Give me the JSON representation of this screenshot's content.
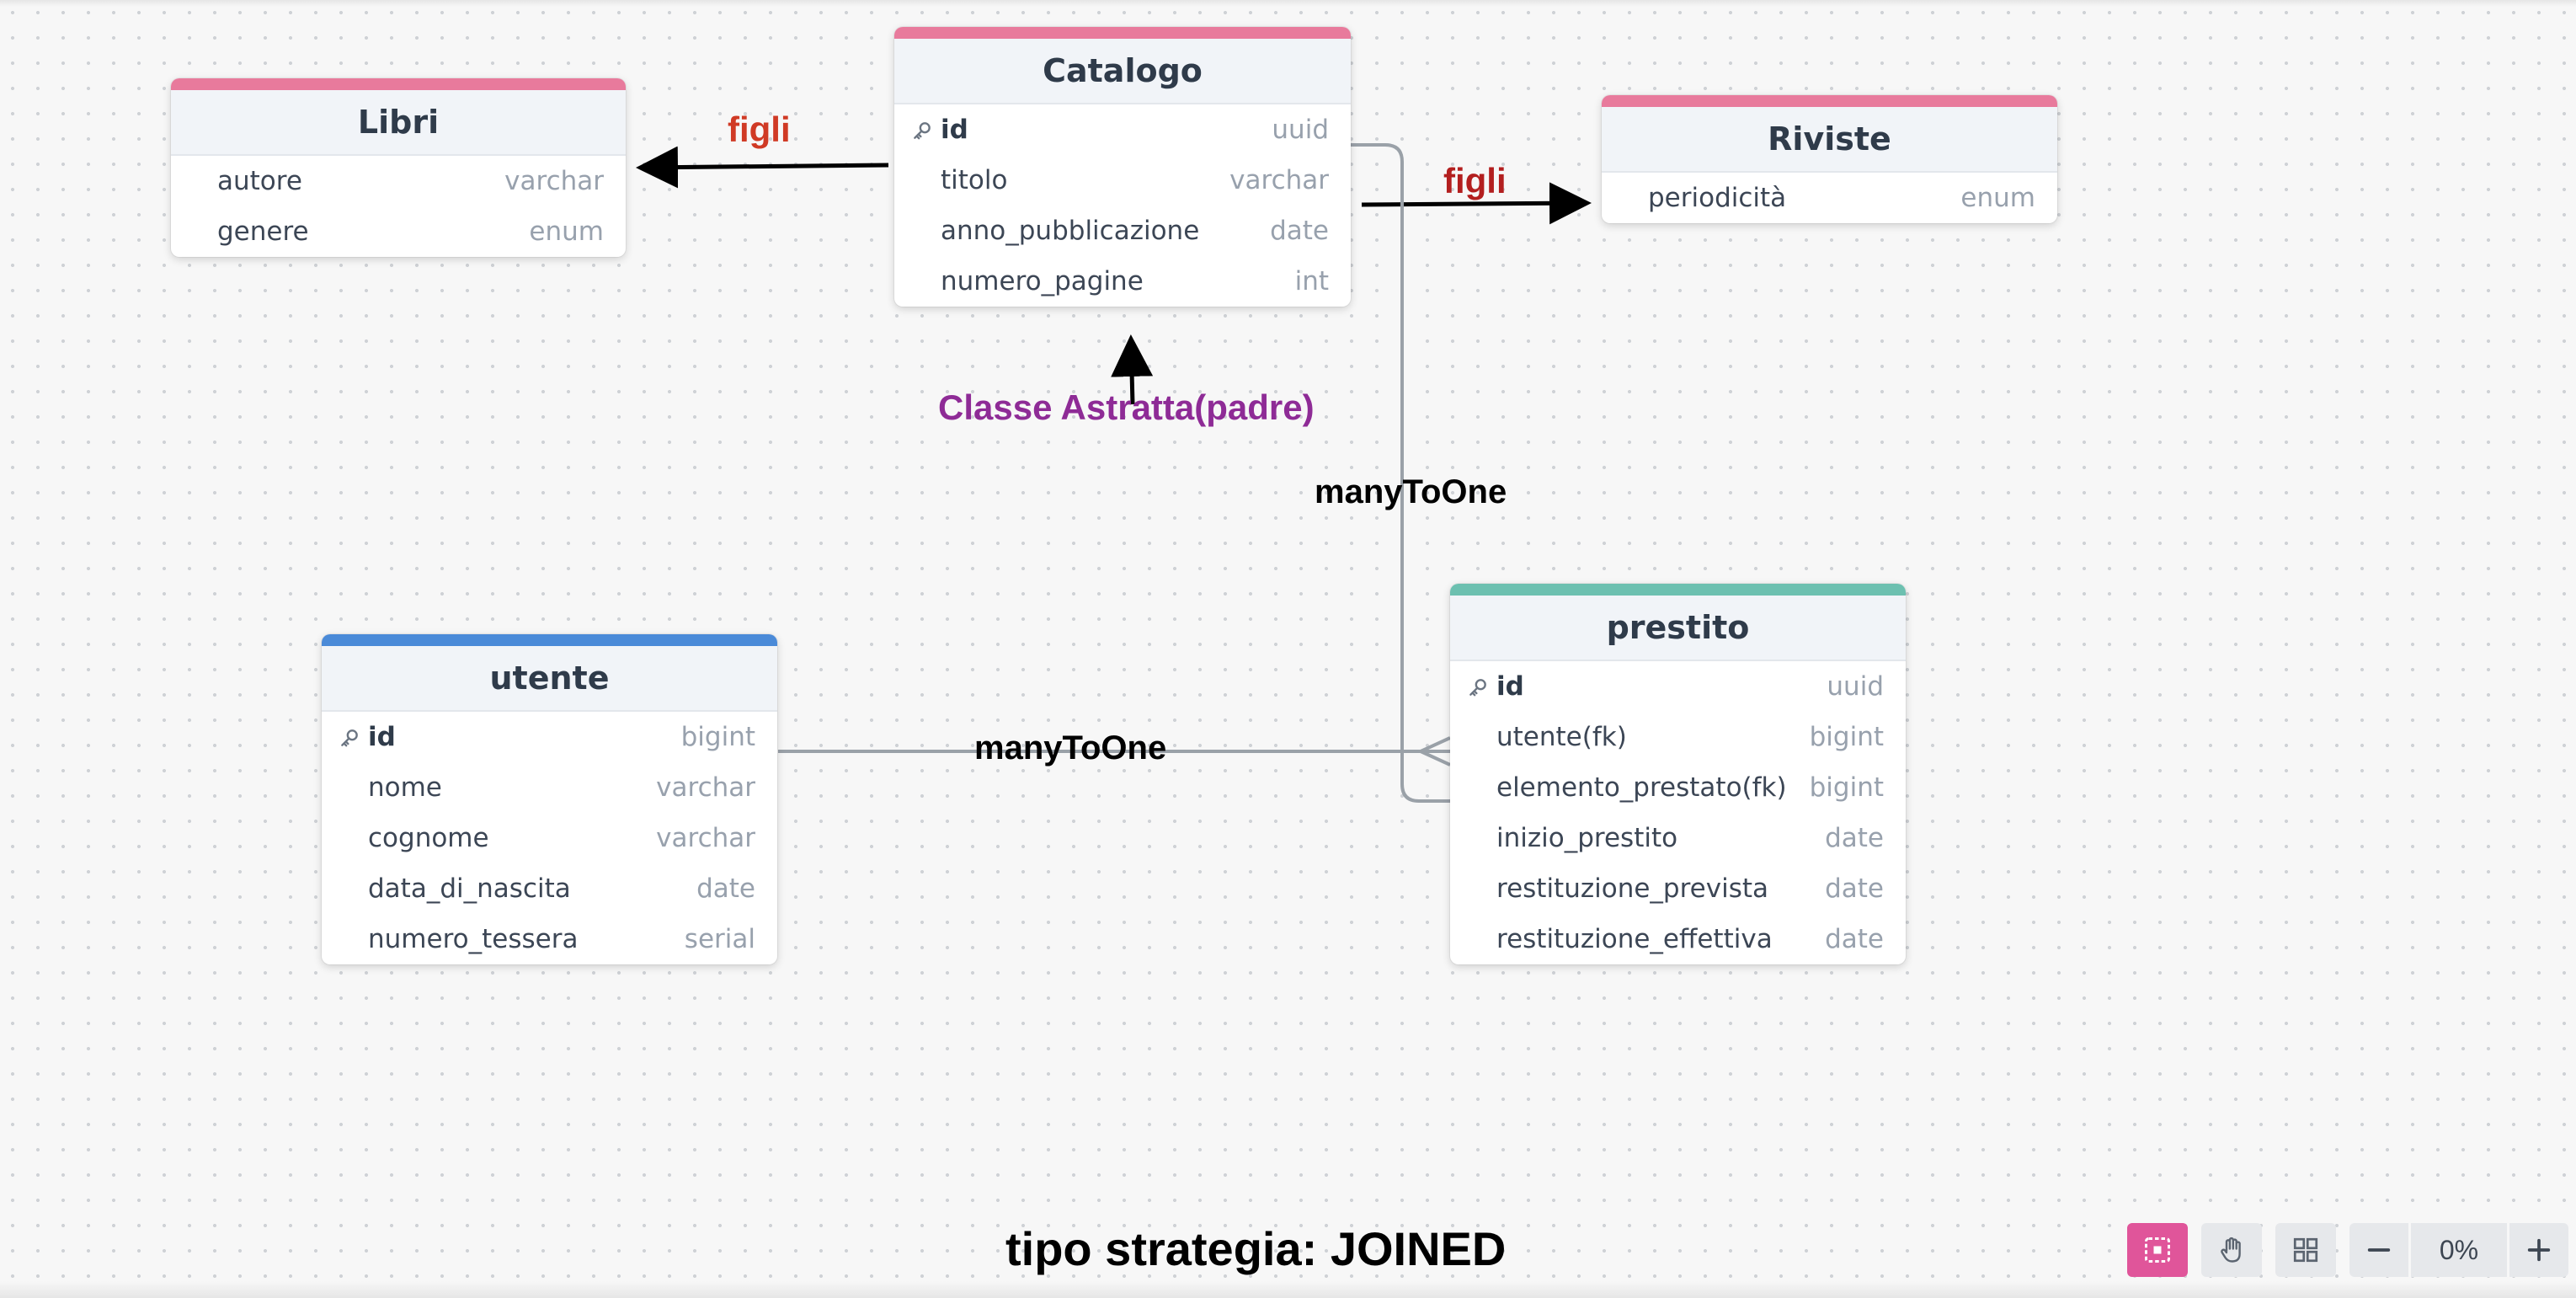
{
  "tables": {
    "libri": {
      "title": "Libri",
      "accent": "#e87a9c",
      "fields": [
        {
          "name": "autore",
          "type": "varchar"
        },
        {
          "name": "genere",
          "type": "enum"
        }
      ]
    },
    "catalogo": {
      "title": "Catalogo",
      "accent": "#e87a9c",
      "fields": [
        {
          "name": "id",
          "type": "uuid",
          "pk": true
        },
        {
          "name": "titolo",
          "type": "varchar"
        },
        {
          "name": "anno_pubblicazione",
          "type": "date"
        },
        {
          "name": "numero_pagine",
          "type": "int"
        }
      ]
    },
    "riviste": {
      "title": "Riviste",
      "accent": "#e87a9c",
      "fields": [
        {
          "name": "periodicità",
          "type": "enum"
        }
      ]
    },
    "utente": {
      "title": "utente",
      "accent": "#4a8ad8",
      "fields": [
        {
          "name": "id",
          "type": "bigint",
          "pk": true
        },
        {
          "name": "nome",
          "type": "varchar"
        },
        {
          "name": "cognome",
          "type": "varchar"
        },
        {
          "name": "data_di_nascita",
          "type": "date"
        },
        {
          "name": "numero_tessera",
          "type": "serial"
        }
      ]
    },
    "prestito": {
      "title": "prestito",
      "accent": "#6cc0b0",
      "fields": [
        {
          "name": "id",
          "type": "uuid",
          "pk": true
        },
        {
          "name": "utente(fk)",
          "type": "bigint"
        },
        {
          "name": "elemento_prestato(fk)",
          "type": "bigint"
        },
        {
          "name": "inizio_prestito",
          "type": "date"
        },
        {
          "name": "restituzione_prevista",
          "type": "date"
        },
        {
          "name": "restituzione_effettiva",
          "type": "date"
        }
      ]
    }
  },
  "annotations": {
    "figli_libri": "figli",
    "figli_riviste": "figli",
    "classe_astratta": "Classe Astratta(padre)",
    "many_to_one_catalogo": "manyToOne",
    "many_to_one_utente": "manyToOne",
    "strategy": "tipo strategia: JOINED"
  },
  "colors": {
    "figli_libri": "#d03a25",
    "figli_riviste": "#b31f1f",
    "classe_astratta": "#8e2b96",
    "relation_line": "#9aa1a8",
    "arrow": "#000000",
    "active_tool": "#e0559a"
  },
  "toolbar": {
    "icons": [
      "select-icon",
      "hand-icon",
      "grid-icon",
      "zoom-out-icon",
      "zoom-in-icon"
    ],
    "zoom_level": "0%"
  }
}
